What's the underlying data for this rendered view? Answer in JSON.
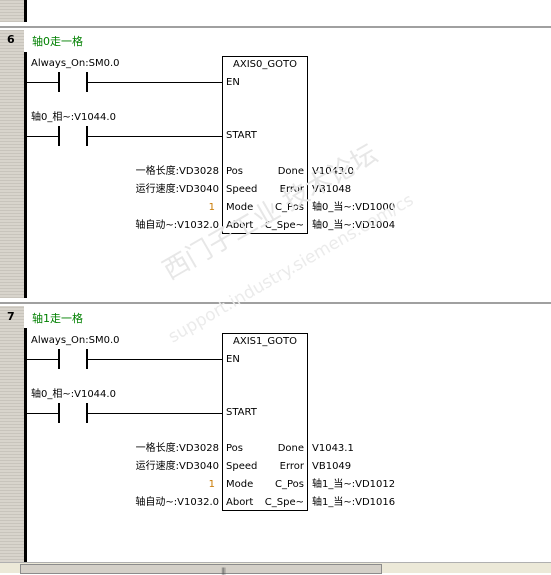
{
  "watermark": {
    "line1": "西门子工业 技术论坛",
    "line2": "support.industry.siemens.com/cs"
  },
  "networks": [
    {
      "number": "6",
      "title": "轴0走一格",
      "contact1": "Always_On:SM0.0",
      "contact2": "轴0_相~:V1044.0",
      "box": {
        "title": "AXIS0_GOTO",
        "en": "EN",
        "start": "START",
        "in_pins": [
          "Pos",
          "Speed",
          "Mode",
          "Abort"
        ],
        "in_vals": [
          "一格长度:VD3028",
          "运行速度:VD3040",
          "1",
          "轴自动~:V1032.0"
        ],
        "out_pins": [
          "Done",
          "Error",
          "C_Pos",
          "C_Spe~"
        ],
        "out_vals": [
          "V1043.0",
          "VB1048",
          "轴0_当~:VD1000",
          "轴0_当~:VD1004"
        ]
      }
    },
    {
      "number": "7",
      "title": "轴1走一格",
      "contact1": "Always_On:SM0.0",
      "contact2": "轴0_相~:V1044.0",
      "box": {
        "title": "AXIS1_GOTO",
        "en": "EN",
        "start": "START",
        "in_pins": [
          "Pos",
          "Speed",
          "Mode",
          "Abort"
        ],
        "in_vals": [
          "一格长度:VD3028",
          "运行速度:VD3040",
          "1",
          "轴自动~:V1032.0"
        ],
        "out_pins": [
          "Done",
          "Error",
          "C_Pos",
          "C_Spe~"
        ],
        "out_vals": [
          "V1043.1",
          "VB1049",
          "轴1_当~:VD1012",
          "轴1_当~:VD1016"
        ]
      }
    }
  ]
}
